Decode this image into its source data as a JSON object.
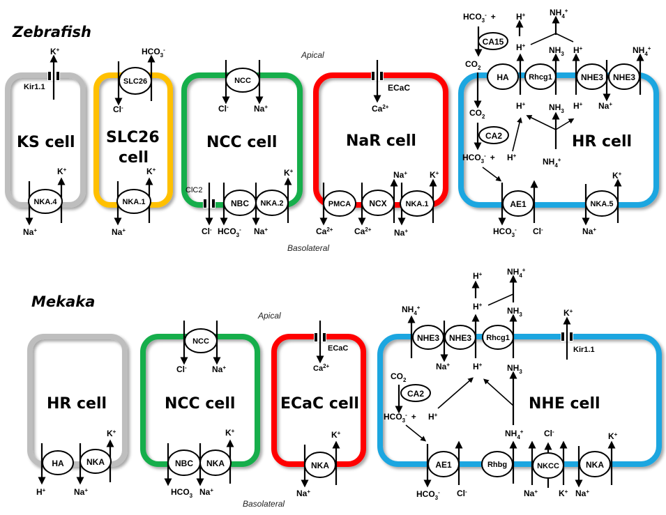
{
  "colors": {
    "gray": "#BEBEBE",
    "yellow": "#FFC000",
    "green": "#13AE4B",
    "red": "#FF0000",
    "blue": "#1CA6E0"
  },
  "labels": {
    "apical": "Apical",
    "basolateral": "Basolateral"
  },
  "zebrafish": {
    "title": "Zebrafish",
    "cells": [
      {
        "name": "KS cell",
        "color": "gray",
        "transporters": [
          "Kir1.1",
          "NKA.4"
        ],
        "ions": [
          "K+",
          "K+",
          "Na+"
        ]
      },
      {
        "name_line1": "SLC26",
        "name_line2": "cell",
        "color": "yellow",
        "transporters": [
          "SLC26",
          "NKA.1"
        ],
        "ions": [
          "HCO3-",
          "Cl-",
          "K+",
          "Na+"
        ]
      },
      {
        "name": "NCC cell",
        "color": "green",
        "transporters": [
          "NCC",
          "ClC2",
          "NBC",
          "NKA.2"
        ],
        "ions": [
          "Cl-",
          "Na+",
          "K+",
          "Cl-",
          "HCO3-",
          "Na+"
        ]
      },
      {
        "name": "NaR cell",
        "color": "red",
        "transporters": [
          "ECaC",
          "PMCA",
          "NCX",
          "NKA.1"
        ],
        "ions": [
          "Ca2+",
          "Na+",
          "K+",
          "Ca2+",
          "Ca2+",
          "Na+"
        ]
      },
      {
        "name": "HR cell",
        "color": "blue",
        "transporters": [
          "CA15",
          "HA",
          "Rhcg1",
          "NHE3",
          "NHE3",
          "CA2",
          "AE1",
          "NKA.5"
        ],
        "ions": [
          "HCO3-",
          "+",
          "H+",
          "NH4+",
          "H+",
          "NH3",
          "H+",
          "NH4+",
          "CO2",
          "CO2",
          "H+",
          "NH3",
          "H+",
          "Na+",
          "HCO3-",
          "+",
          "H+",
          "NH4+",
          "K+",
          "HCO3-",
          "Cl-",
          "Na+"
        ]
      }
    ]
  },
  "medaka": {
    "title": "Mekaka",
    "cells": [
      {
        "name": "HR cell",
        "color": "gray",
        "transporters": [
          "HA",
          "NKA"
        ],
        "ions": [
          "K+",
          "H+",
          "Na+"
        ]
      },
      {
        "name": "NCC cell",
        "color": "green",
        "transporters": [
          "NCC",
          "NBC",
          "NKA"
        ],
        "ions": [
          "Cl-",
          "Na+",
          "K+",
          "HCO3-",
          "Na+"
        ]
      },
      {
        "name": "ECaC cell",
        "color": "red",
        "transporters": [
          "ECaC",
          "NKA"
        ],
        "ions": [
          "Ca2+",
          "K+",
          "Na+"
        ]
      },
      {
        "name": "NHE cell",
        "color": "blue",
        "transporters": [
          "NHE3",
          "NHE3",
          "Rhcg1",
          "Kir1.1",
          "CA2",
          "AE1",
          "Rhbg",
          "NKCC",
          "NKA"
        ],
        "ions": [
          "H+",
          "NH4+",
          "NH4+",
          "H+",
          "NH3",
          "K+",
          "Na+",
          "H+",
          "NH3",
          "CO2",
          "HCO3-",
          "+",
          "H+",
          "NH4+",
          "Cl-",
          "K+",
          "HCO3-",
          "Cl-",
          "Na+",
          "K+",
          "Na+"
        ]
      }
    ]
  },
  "t": {
    "K": "K",
    "Na": "Na",
    "Cl": "Cl",
    "H": "H",
    "Ca": "Ca",
    "HCO": "HCO",
    "NH": "NH",
    "CO": "CO",
    "plus": "+",
    "minus": "-",
    "two_plus": "2+",
    "sub3": "3",
    "sub4": "4",
    "sub2": "2",
    "kir": "Kir1.1",
    "nka4": "NKA.4",
    "nka1": "NKA.1",
    "nka2": "NKA.2",
    "nka5": "NKA.5",
    "nka": "NKA",
    "slc26": "SLC26",
    "ncc": "NCC",
    "clc2": "ClC2",
    "nbc": "NBC",
    "ecac": "ECaC",
    "pmca": "PMCA",
    "ncx": "NCX",
    "ca15": "CA15",
    "ca2": "CA2",
    "ha": "HA",
    "rhcg1": "Rhcg1",
    "nhe3": "NHE3",
    "ae1": "AE1",
    "rhbg": "Rhbg",
    "nkcc": "NKCC",
    "ks_cell": "KS cell",
    "slc26_l1": "SLC26",
    "cell": "cell",
    "ncc_cell": "NCC cell",
    "nar_cell": "NaR cell",
    "hr_cell": "HR cell",
    "ecac_cell": "ECaC cell",
    "nhe_cell": "NHE cell"
  }
}
